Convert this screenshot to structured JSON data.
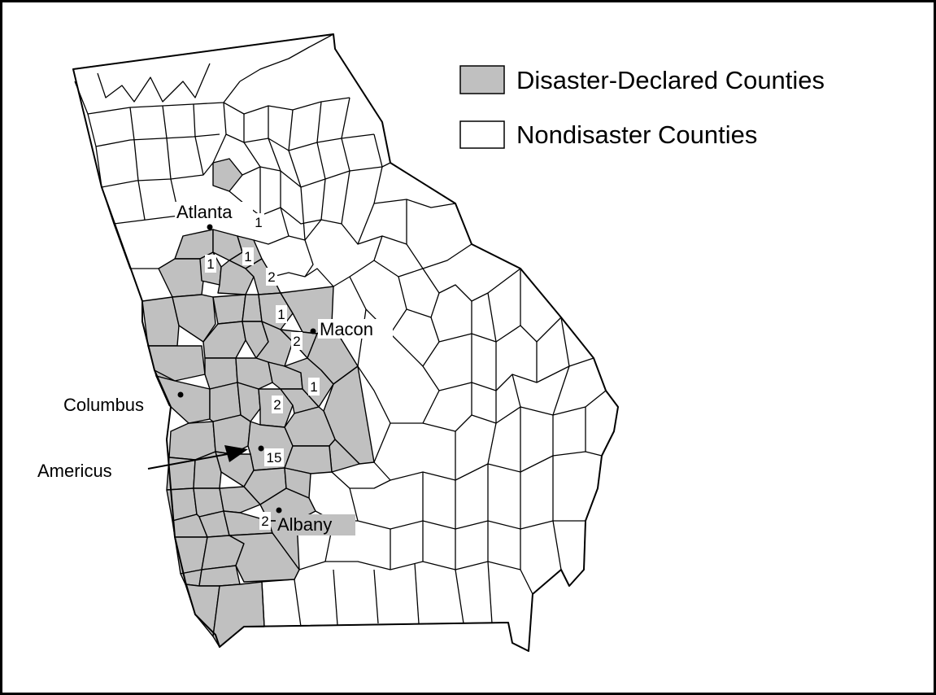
{
  "legend": {
    "disaster_label": "Disaster-Declared Counties",
    "nondisaster_label": "Nondisaster Counties"
  },
  "colors": {
    "disaster_fill": "#c0c0c0",
    "nondisaster_fill": "#ffffff",
    "line": "#000000"
  },
  "cities": {
    "atlanta": "Atlanta",
    "macon": "Macon",
    "columbus": "Columbus",
    "americus": "Americus",
    "albany": "Albany"
  },
  "counts": {
    "a": "1",
    "b": "1",
    "c": "1",
    "d": "2",
    "e": "1",
    "f": "2",
    "g": "1",
    "h": "2",
    "i": "15",
    "j": "2"
  }
}
